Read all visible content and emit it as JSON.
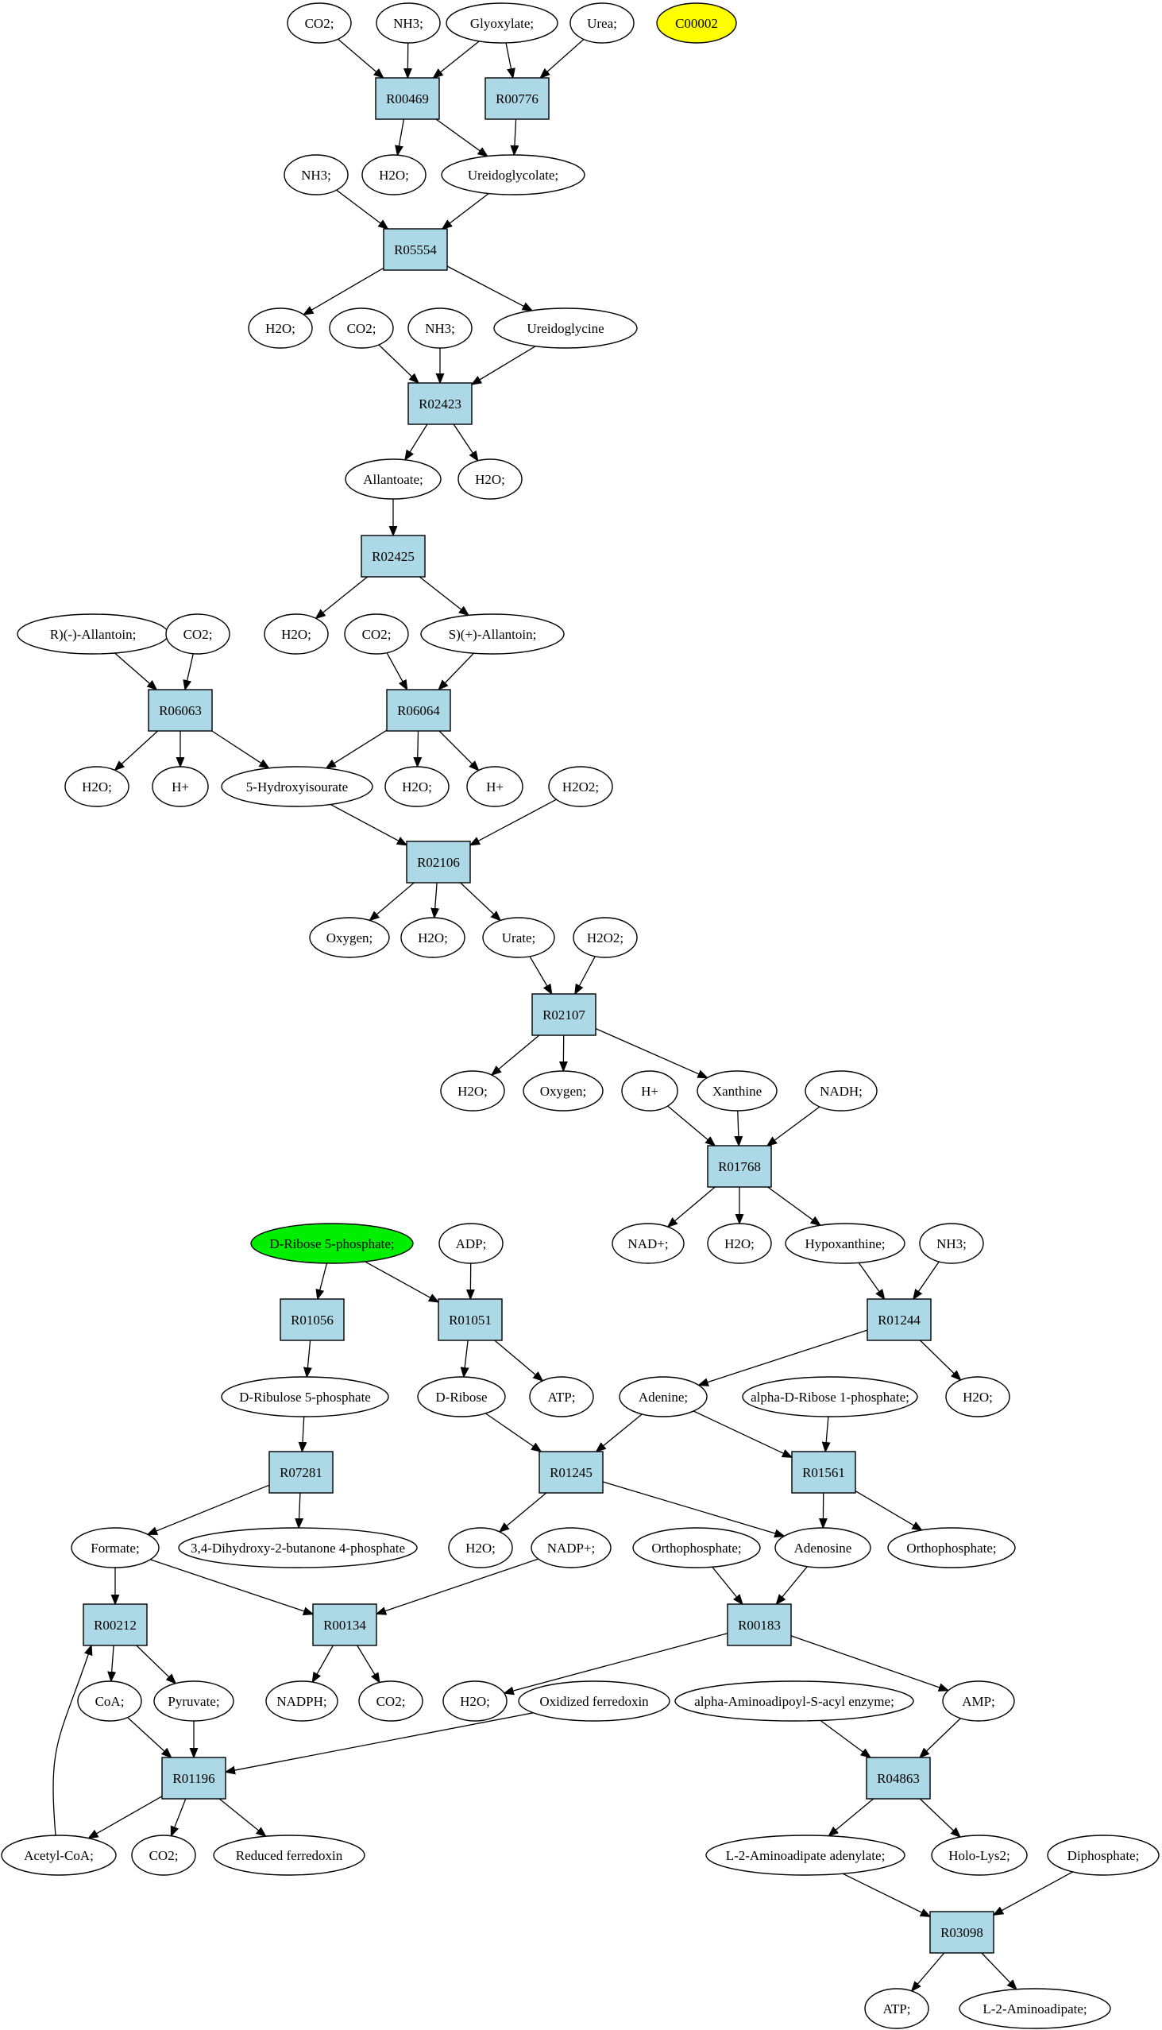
{
  "colors": {
    "reaction_fill": "#add8e6",
    "metabolite_fill": "#ffffff",
    "source_highlight": "#00ee00",
    "target_highlight": "#ffff00",
    "stroke": "#000000"
  },
  "metabolites": [
    {
      "id": "m_co2_1",
      "label": "CO2;"
    },
    {
      "id": "m_nh3_1",
      "label": "NH3;"
    },
    {
      "id": "m_glyoxylate",
      "label": "Glyoxylate;"
    },
    {
      "id": "m_urea",
      "label": "Urea;"
    },
    {
      "id": "m_c00002",
      "label": "C00002",
      "highlight": "target"
    },
    {
      "id": "m_nh3_2",
      "label": "NH3;"
    },
    {
      "id": "m_h2o_1",
      "label": "H2O;"
    },
    {
      "id": "m_ureidoglycolate",
      "label": "Ureidoglycolate;"
    },
    {
      "id": "m_h2o_2",
      "label": "H2O;"
    },
    {
      "id": "m_co2_2",
      "label": "CO2;"
    },
    {
      "id": "m_nh3_3",
      "label": "NH3;"
    },
    {
      "id": "m_ureidoglycine",
      "label": "Ureidoglycine"
    },
    {
      "id": "m_allantoate",
      "label": "Allantoate;"
    },
    {
      "id": "m_h2o_3",
      "label": "H2O;"
    },
    {
      "id": "m_r_allantoin",
      "label": "R)(-)-Allantoin;"
    },
    {
      "id": "m_co2_3",
      "label": "CO2;"
    },
    {
      "id": "m_h2o_4",
      "label": "H2O;"
    },
    {
      "id": "m_co2_4",
      "label": "CO2;"
    },
    {
      "id": "m_s_allantoin",
      "label": "S)(+)-Allantoin;"
    },
    {
      "id": "m_h2o_5",
      "label": "H2O;"
    },
    {
      "id": "m_hplus_1",
      "label": "H+"
    },
    {
      "id": "m_hydroxyisourate",
      "label": "5-Hydroxyisourate"
    },
    {
      "id": "m_h2o_6",
      "label": "H2O;"
    },
    {
      "id": "m_hplus_2",
      "label": "H+"
    },
    {
      "id": "m_h2o2_1",
      "label": "H2O2;"
    },
    {
      "id": "m_oxygen_1",
      "label": "Oxygen;"
    },
    {
      "id": "m_h2o_7",
      "label": "H2O;"
    },
    {
      "id": "m_urate",
      "label": "Urate;"
    },
    {
      "id": "m_h2o2_2",
      "label": "H2O2;"
    },
    {
      "id": "m_h2o_8",
      "label": "H2O;"
    },
    {
      "id": "m_oxygen_2",
      "label": "Oxygen;"
    },
    {
      "id": "m_hplus_3",
      "label": "H+"
    },
    {
      "id": "m_xanthine",
      "label": "Xanthine"
    },
    {
      "id": "m_nadh",
      "label": "NADH;"
    },
    {
      "id": "m_nadplus",
      "label": "NAD+;"
    },
    {
      "id": "m_h2o_9",
      "label": "H2O;"
    },
    {
      "id": "m_hypoxanthine",
      "label": "Hypoxanthine;"
    },
    {
      "id": "m_nh3_4",
      "label": "NH3;"
    },
    {
      "id": "m_ribose5p",
      "label": "D-Ribose 5-phosphate;",
      "highlight": "source"
    },
    {
      "id": "m_adp",
      "label": "ADP;"
    },
    {
      "id": "m_ribulose5p",
      "label": "D-Ribulose 5-phosphate"
    },
    {
      "id": "m_dribose",
      "label": "D-Ribose"
    },
    {
      "id": "m_atp_1",
      "label": "ATP;"
    },
    {
      "id": "m_adenine",
      "label": "Adenine;"
    },
    {
      "id": "m_ar1p",
      "label": "alpha-D-Ribose 1-phosphate;"
    },
    {
      "id": "m_h2o_10",
      "label": "H2O;"
    },
    {
      "id": "m_formate",
      "label": "Formate;"
    },
    {
      "id": "m_dhbp",
      "label": "3,4-Dihydroxy-2-butanone 4-phosphate"
    },
    {
      "id": "m_h2o_11",
      "label": "H2O;"
    },
    {
      "id": "m_nadpplus",
      "label": "NADP+;"
    },
    {
      "id": "m_ortho_1",
      "label": "Orthophosphate;"
    },
    {
      "id": "m_adenosine",
      "label": "Adenosine"
    },
    {
      "id": "m_ortho_2",
      "label": "Orthophosphate;"
    },
    {
      "id": "m_nadph",
      "label": "NADPH;"
    },
    {
      "id": "m_co2_5",
      "label": "CO2;"
    },
    {
      "id": "m_coa",
      "label": "CoA;"
    },
    {
      "id": "m_pyruvate",
      "label": "Pyruvate;"
    },
    {
      "id": "m_h2o_12",
      "label": "H2O;"
    },
    {
      "id": "m_oxferredoxin",
      "label": "Oxidized ferredoxin"
    },
    {
      "id": "m_aasacyl",
      "label": "alpha-Aminoadipoyl-S-acyl enzyme;"
    },
    {
      "id": "m_amp",
      "label": "AMP;"
    },
    {
      "id": "m_acetylcoa",
      "label": "Acetyl-CoA;"
    },
    {
      "id": "m_co2_6",
      "label": "CO2;"
    },
    {
      "id": "m_redferredoxin",
      "label": "Reduced ferredoxin"
    },
    {
      "id": "m_l2aaadenylate",
      "label": "L-2-Aminoadipate adenylate;"
    },
    {
      "id": "m_hololys2",
      "label": "Holo-Lys2;"
    },
    {
      "id": "m_diphosphate",
      "label": "Diphosphate;"
    },
    {
      "id": "m_atp_2",
      "label": "ATP;"
    },
    {
      "id": "m_l2aminoadipate",
      "label": "L-2-Aminoadipate;"
    }
  ],
  "reactions": [
    {
      "id": "r00469",
      "label": "R00469"
    },
    {
      "id": "r00776",
      "label": "R00776"
    },
    {
      "id": "r05554",
      "label": "R05554"
    },
    {
      "id": "r02423",
      "label": "R02423"
    },
    {
      "id": "r02425",
      "label": "R02425"
    },
    {
      "id": "r06063",
      "label": "R06063"
    },
    {
      "id": "r06064",
      "label": "R06064"
    },
    {
      "id": "r02106",
      "label": "R02106"
    },
    {
      "id": "r02107",
      "label": "R02107"
    },
    {
      "id": "r01768",
      "label": "R01768"
    },
    {
      "id": "r01056",
      "label": "R01056"
    },
    {
      "id": "r01051",
      "label": "R01051"
    },
    {
      "id": "r01244",
      "label": "R01244"
    },
    {
      "id": "r07281",
      "label": "R07281"
    },
    {
      "id": "r01245",
      "label": "R01245"
    },
    {
      "id": "r01561",
      "label": "R01561"
    },
    {
      "id": "r00212",
      "label": "R00212"
    },
    {
      "id": "r00134",
      "label": "R00134"
    },
    {
      "id": "r00183",
      "label": "R00183"
    },
    {
      "id": "r01196",
      "label": "R01196"
    },
    {
      "id": "r04863",
      "label": "R04863"
    },
    {
      "id": "r03098",
      "label": "R03098"
    }
  ],
  "edges": [
    [
      "m_co2_1",
      "r00469"
    ],
    [
      "m_nh3_1",
      "r00469"
    ],
    [
      "m_glyoxylate",
      "r00469"
    ],
    [
      "m_glyoxylate",
      "r00776"
    ],
    [
      "m_urea",
      "r00776"
    ],
    [
      "r00469",
      "m_h2o_1"
    ],
    [
      "r00469",
      "m_ureidoglycolate"
    ],
    [
      "r00776",
      "m_ureidoglycolate"
    ],
    [
      "m_nh3_2",
      "r05554"
    ],
    [
      "m_ureidoglycolate",
      "r05554"
    ],
    [
      "r05554",
      "m_h2o_2"
    ],
    [
      "r05554",
      "m_ureidoglycine"
    ],
    [
      "m_co2_2",
      "r02423"
    ],
    [
      "m_nh3_3",
      "r02423"
    ],
    [
      "m_ureidoglycine",
      "r02423"
    ],
    [
      "r02423",
      "m_allantoate"
    ],
    [
      "r02423",
      "m_h2o_3"
    ],
    [
      "m_allantoate",
      "r02425"
    ],
    [
      "r02425",
      "m_h2o_4"
    ],
    [
      "r02425",
      "m_s_allantoin"
    ],
    [
      "m_r_allantoin",
      "r06063"
    ],
    [
      "m_co2_3",
      "r06063"
    ],
    [
      "m_co2_4",
      "r06064"
    ],
    [
      "m_s_allantoin",
      "r06064"
    ],
    [
      "r06063",
      "m_h2o_5"
    ],
    [
      "r06063",
      "m_hplus_1"
    ],
    [
      "r06063",
      "m_hydroxyisourate"
    ],
    [
      "r06064",
      "m_hydroxyisourate"
    ],
    [
      "r06064",
      "m_h2o_6"
    ],
    [
      "r06064",
      "m_hplus_2"
    ],
    [
      "m_hydroxyisourate",
      "r02106"
    ],
    [
      "m_h2o2_1",
      "r02106"
    ],
    [
      "r02106",
      "m_oxygen_1"
    ],
    [
      "r02106",
      "m_h2o_7"
    ],
    [
      "r02106",
      "m_urate"
    ],
    [
      "m_urate",
      "r02107"
    ],
    [
      "m_h2o2_2",
      "r02107"
    ],
    [
      "r02107",
      "m_h2o_8"
    ],
    [
      "r02107",
      "m_oxygen_2"
    ],
    [
      "r02107",
      "m_xanthine"
    ],
    [
      "m_hplus_3",
      "r01768"
    ],
    [
      "m_xanthine",
      "r01768"
    ],
    [
      "m_nadh",
      "r01768"
    ],
    [
      "r01768",
      "m_nadplus"
    ],
    [
      "r01768",
      "m_h2o_9"
    ],
    [
      "r01768",
      "m_hypoxanthine"
    ],
    [
      "m_hypoxanthine",
      "r01244"
    ],
    [
      "m_nh3_4",
      "r01244"
    ],
    [
      "r01244",
      "m_adenine"
    ],
    [
      "r01244",
      "m_h2o_10"
    ],
    [
      "m_ribose5p",
      "r01056"
    ],
    [
      "m_ribose5p",
      "r01051"
    ],
    [
      "m_adp",
      "r01051"
    ],
    [
      "r01056",
      "m_ribulose5p"
    ],
    [
      "r01051",
      "m_dribose"
    ],
    [
      "r01051",
      "m_atp_1"
    ],
    [
      "m_ribulose5p",
      "r07281"
    ],
    [
      "r07281",
      "m_formate"
    ],
    [
      "r07281",
      "m_dhbp"
    ],
    [
      "m_dribose",
      "r01245"
    ],
    [
      "m_adenine",
      "r01245"
    ],
    [
      "m_adenine",
      "r01561"
    ],
    [
      "m_ar1p",
      "r01561"
    ],
    [
      "r01245",
      "m_h2o_11"
    ],
    [
      "r01245",
      "m_adenosine"
    ],
    [
      "r01561",
      "m_adenosine"
    ],
    [
      "r01561",
      "m_ortho_2"
    ],
    [
      "m_formate",
      "r00212"
    ],
    [
      "m_formate",
      "r00134"
    ],
    [
      "m_nadpplus",
      "r00134"
    ],
    [
      "r00134",
      "m_nadph"
    ],
    [
      "r00134",
      "m_co2_5"
    ],
    [
      "m_ortho_1",
      "r00183"
    ],
    [
      "m_adenosine",
      "r00183"
    ],
    [
      "r00183",
      "m_h2o_12"
    ],
    [
      "r00183",
      "m_amp"
    ],
    [
      "r00212",
      "m_coa"
    ],
    [
      "r00212",
      "m_pyruvate"
    ],
    [
      "m_coa",
      "r01196"
    ],
    [
      "m_pyruvate",
      "r01196"
    ],
    [
      "m_oxferredoxin",
      "r01196"
    ],
    [
      "r01196",
      "m_acetylcoa"
    ],
    [
      "r01196",
      "m_co2_6"
    ],
    [
      "r01196",
      "m_redferredoxin"
    ],
    [
      "m_acetylcoa",
      "r00212"
    ],
    [
      "m_aasacyl",
      "r04863"
    ],
    [
      "m_amp",
      "r04863"
    ],
    [
      "r04863",
      "m_l2aaadenylate"
    ],
    [
      "r04863",
      "m_hololys2"
    ],
    [
      "m_l2aaadenylate",
      "r03098"
    ],
    [
      "m_diphosphate",
      "r03098"
    ],
    [
      "r03098",
      "m_atp_2"
    ],
    [
      "r03098",
      "m_l2aminoadipate"
    ]
  ]
}
